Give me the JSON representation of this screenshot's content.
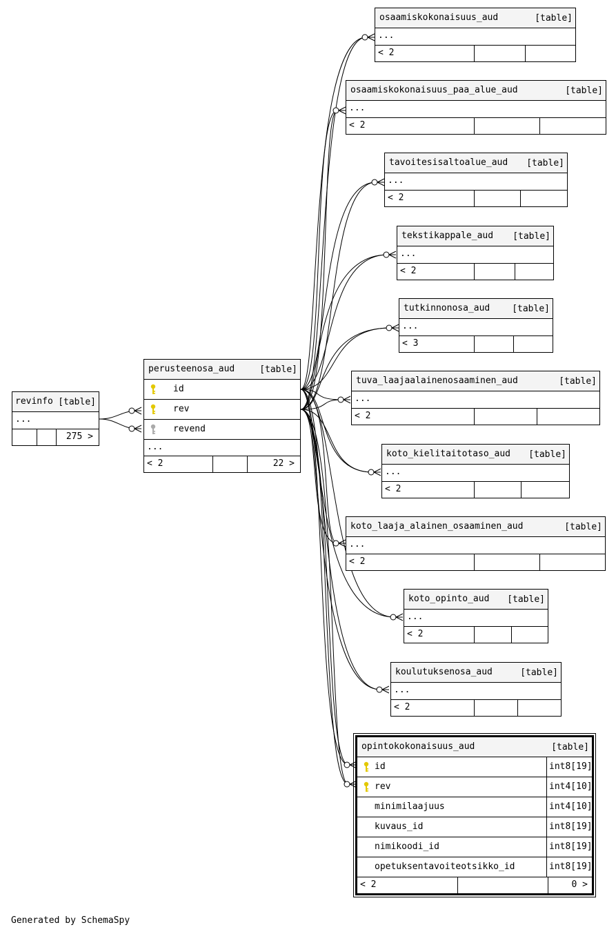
{
  "footer": "Generated by SchemaSpy",
  "revinfo": {
    "name": "revinfo",
    "kind": "[table]",
    "ellipsis": "...",
    "parents": "",
    "children": "275 >"
  },
  "perusteenosa": {
    "name": "perusteenosa_aud",
    "kind": "[table]",
    "columns": [
      {
        "name": "id",
        "key": "primary"
      },
      {
        "name": "rev",
        "key": "primary"
      },
      {
        "name": "revend",
        "key": "foreign"
      }
    ],
    "ellipsis": "...",
    "parents": "< 2",
    "children": "22 >"
  },
  "children": [
    {
      "name": "osaamiskokonaisuus_aud",
      "kind": "[table]",
      "ellipsis": "...",
      "parents": "< 2"
    },
    {
      "name": "osaamiskokonaisuus_paa_alue_aud",
      "kind": "[table]",
      "ellipsis": "...",
      "parents": "< 2"
    },
    {
      "name": "tavoitesisaltoalue_aud",
      "kind": "[table]",
      "ellipsis": "...",
      "parents": "< 2"
    },
    {
      "name": "tekstikappale_aud",
      "kind": "[table]",
      "ellipsis": "...",
      "parents": "< 2"
    },
    {
      "name": "tutkinnonosa_aud",
      "kind": "[table]",
      "ellipsis": "...",
      "parents": "< 3"
    },
    {
      "name": "tuva_laajaalainenosaaminen_aud",
      "kind": "[table]",
      "ellipsis": "...",
      "parents": "< 2"
    },
    {
      "name": "koto_kielitaitotaso_aud",
      "kind": "[table]",
      "ellipsis": "...",
      "parents": "< 2"
    },
    {
      "name": "koto_laaja_alainen_osaaminen_aud",
      "kind": "[table]",
      "ellipsis": "...",
      "parents": "< 2"
    },
    {
      "name": "koto_opinto_aud",
      "kind": "[table]",
      "ellipsis": "...",
      "parents": "< 2"
    },
    {
      "name": "koulutuksenosa_aud",
      "kind": "[table]",
      "ellipsis": "...",
      "parents": "< 2"
    }
  ],
  "focus": {
    "name": "opintokokonaisuus_aud",
    "kind": "[table]",
    "columns": [
      {
        "name": "id",
        "type": "int8[19]",
        "key": "primary"
      },
      {
        "name": "rev",
        "type": "int4[10]",
        "key": "primary"
      },
      {
        "name": "minimilaajuus",
        "type": "int4[10]",
        "key": ""
      },
      {
        "name": "kuvaus_id",
        "type": "int8[19]",
        "key": ""
      },
      {
        "name": "nimikoodi_id",
        "type": "int8[19]",
        "key": ""
      },
      {
        "name": "opetuksentavoiteotsikko_id",
        "type": "int8[19]",
        "key": ""
      }
    ],
    "parents": "< 2",
    "children": "0 >"
  },
  "colors": {
    "primary_key": "#e3c800",
    "foreign_key": "#aaaaaa",
    "header_bg": "#f4f4f4"
  }
}
